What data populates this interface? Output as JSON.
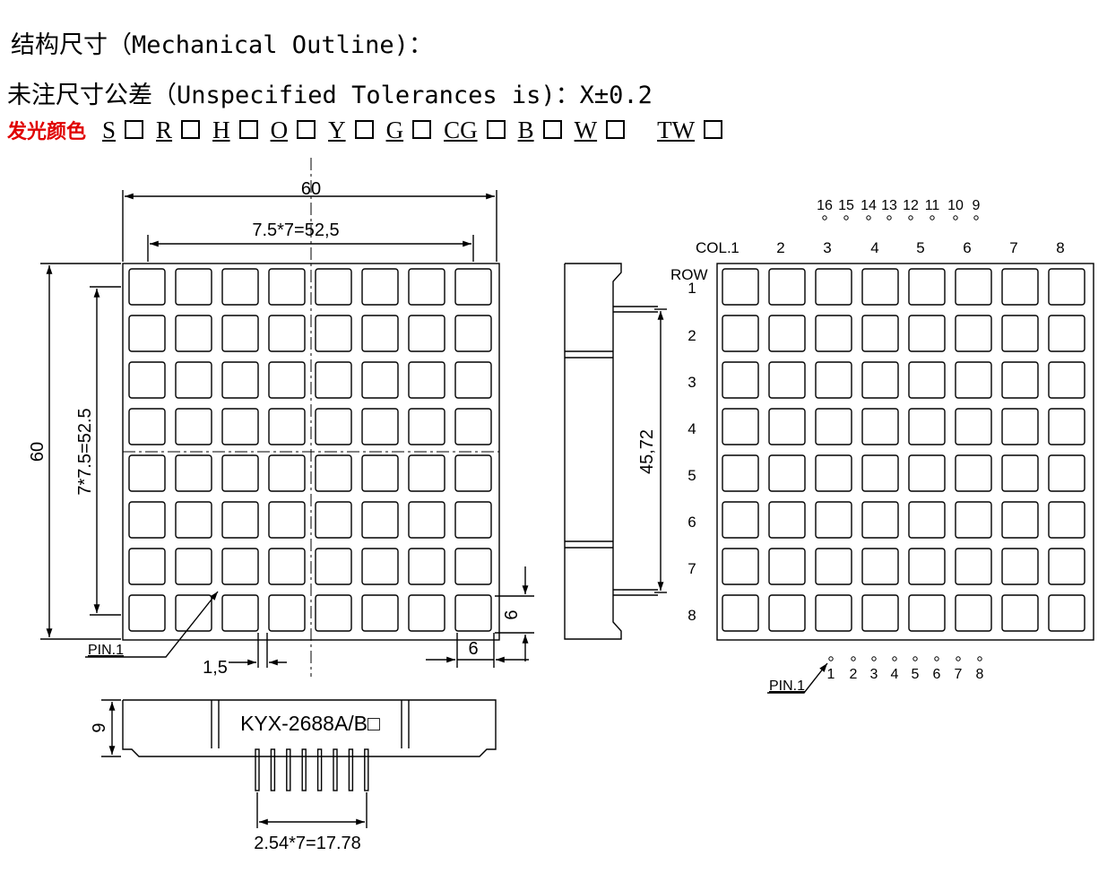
{
  "header": {
    "title": "结构尺寸（Mechanical Outline)：",
    "tolerance": "未注尺寸公差（Unspecified Tolerances is)：X±0.2",
    "color_label": "发光颜色",
    "color_options": [
      "S",
      "R",
      "H",
      "O",
      "Y",
      "G",
      "CG",
      "B",
      "W",
      "TW"
    ]
  },
  "front_view": {
    "width_dim": "60",
    "pitch_dim_h": "7.5*7=52,5",
    "height_dim": "60",
    "pitch_dim_v": "7*7.5=52.5",
    "gap_dim": "1,5",
    "cell_dim_h": "6",
    "cell_dim_v": "6",
    "pin_label": "PIN.1"
  },
  "side_view": {
    "pin_span_dim": "45,72"
  },
  "bottom_view": {
    "part_number": "KYX-2688A/B□",
    "depth_dim": "9",
    "pin_pitch_dim": "2.54*7=17.78"
  },
  "pin_diagram": {
    "col_label": "COL.",
    "row_label": "ROW",
    "columns": [
      "1",
      "2",
      "3",
      "4",
      "5",
      "6",
      "7",
      "8"
    ],
    "rows": [
      "1",
      "2",
      "3",
      "4",
      "5",
      "6",
      "7",
      "8"
    ],
    "top_pins": [
      "16",
      "15",
      "14",
      "13",
      "12",
      "11",
      "10",
      "9"
    ],
    "bottom_pins": [
      "1",
      "2",
      "3",
      "4",
      "5",
      "6",
      "7",
      "8"
    ],
    "pin_label": "PIN.1"
  }
}
